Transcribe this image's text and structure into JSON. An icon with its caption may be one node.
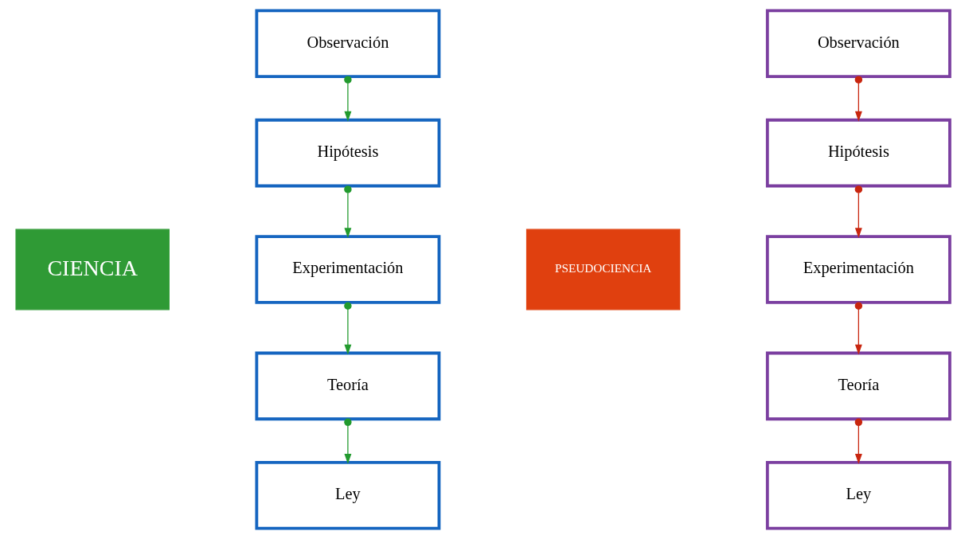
{
  "diagram": {
    "nodes": [
      {
        "text": [
          "CIENCIA"
        ]
      },
      {
        "text": [
          "Observación"
        ]
      },
      {
        "text": [
          "Hipótesis"
        ]
      },
      {
        "text": [
          "Experimentación"
        ]
      },
      {
        "text": [
          "Teoría"
        ]
      },
      {
        "text": [
          "Ley"
        ]
      },
      {
        "text": [
          "PSEUDOCIENCIA"
        ]
      },
      {
        "text": [
          "Observación"
        ]
      },
      {
        "text": [
          "Hipótesis"
        ]
      },
      {
        "text": [
          "Experimentación"
        ]
      },
      {
        "text": [
          "Teoría"
        ]
      },
      {
        "text": [
          "Ley"
        ]
      }
    ],
    "edges": [
      {
        "from": 1,
        "to": 2,
        "arrow": "to",
        "color": "#229a2e"
      },
      {
        "from": 2,
        "to": 3,
        "arrow": "to",
        "color": "#229a2e"
      },
      {
        "from": 3,
        "to": 4,
        "arrow": "to",
        "color": "#229a2e"
      },
      {
        "from": 4,
        "to": 5,
        "arrow": "to",
        "color": "#229a2e"
      },
      {
        "from": 7,
        "to": 8,
        "arrow": "to",
        "color": "#c8260f"
      },
      {
        "from": 8,
        "to": 9,
        "arrow": "to",
        "color": "#c8260f"
      },
      {
        "from": 9,
        "to": 10,
        "arrow": "to",
        "color": "#c8260f"
      },
      {
        "from": 10,
        "to": 11,
        "arrow": "to",
        "color": "#c8260f"
      }
    ]
  }
}
